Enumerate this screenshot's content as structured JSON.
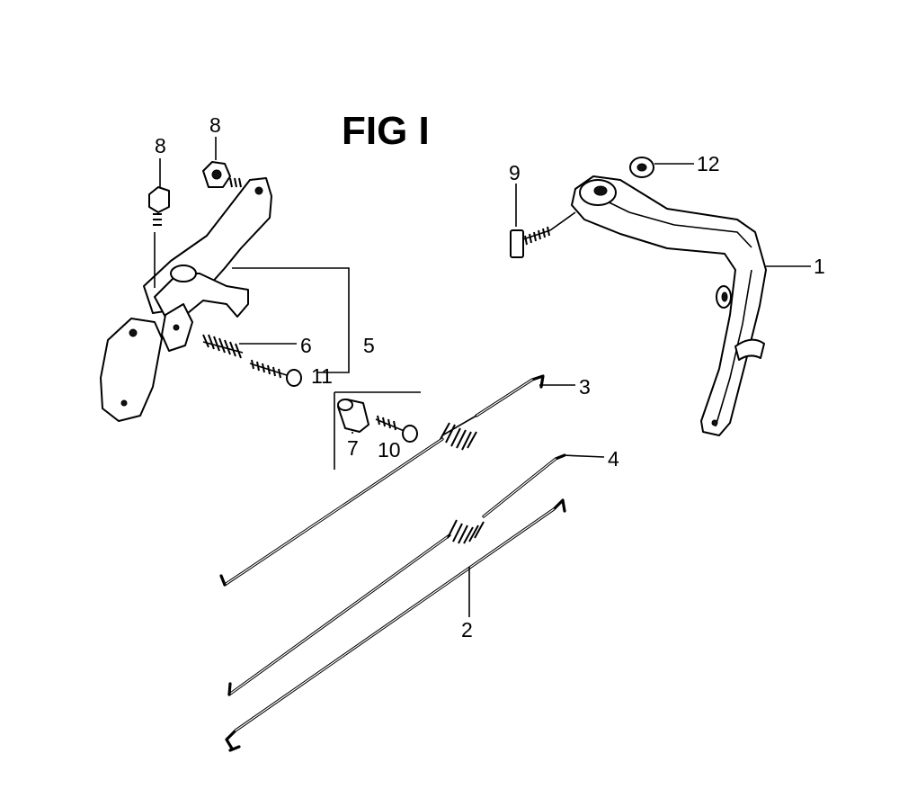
{
  "figure": {
    "title": "FIG I"
  },
  "callouts": {
    "c1": "1",
    "c2": "2",
    "c3": "3",
    "c4": "4",
    "c5": "5",
    "c6": "6",
    "c7": "7",
    "c8a": "8",
    "c8b": "8",
    "c9": "9",
    "c10": "10",
    "c11": "11",
    "c12": "12"
  },
  "colors": {
    "ink": "#000000",
    "paper": "#ffffff"
  }
}
